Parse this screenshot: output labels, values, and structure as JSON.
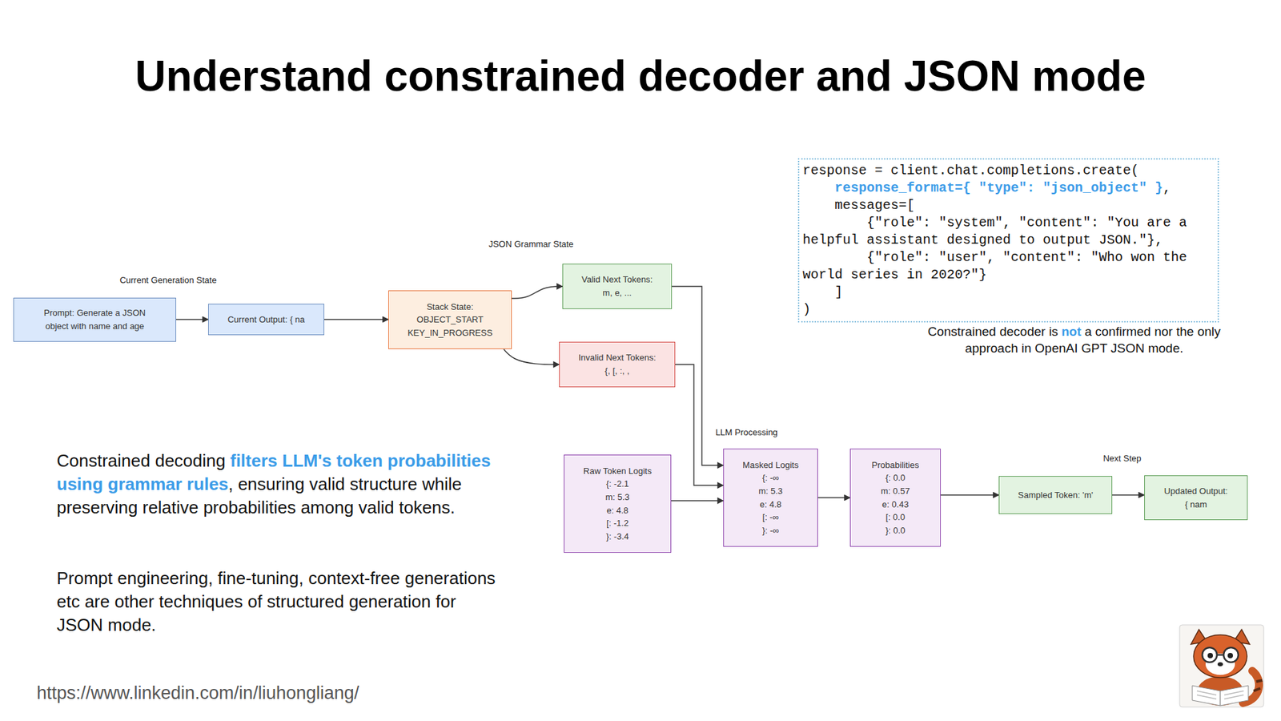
{
  "diagram": {
    "title": "Understand constrained decoder and JSON mode",
    "nodes": [
      {
        "text": [
          "response = client.chat.completions.create(",
          "response_format={ \"type\": \"json_object\" }",
          ",",
          "messages=[",
          "{\"role\": \"system\", \"content\": \"You are a helpful assistant designed to output JSON.\"},",
          "{\"role\": \"user\", \"content\": \"Who won the world series in 2020?\"}",
          "]",
          ")"
        ]
      },
      {
        "text": [
          "Prompt: Generate a JSON object with name and age"
        ]
      },
      {
        "text": [
          "Current Output: { na"
        ]
      },
      {
        "text": [
          "Stack State:",
          "OBJECT_START KEY_IN_PROGRESS"
        ]
      },
      {
        "text": [
          "Valid Next Tokens:",
          "m, e, ..."
        ]
      },
      {
        "text": [
          "Invalid Next Tokens:",
          "{, [, :, ,"
        ]
      },
      {
        "text": [
          "Raw Token Logits",
          "{: -2.1",
          "m: 5.3",
          "e: 4.8",
          "[: -1.2",
          "}: -3.4"
        ]
      },
      {
        "text": [
          "Masked Logits",
          "{: -∞",
          "m: 5.3",
          "e: 4.8",
          "[: -∞",
          "}: -∞"
        ]
      },
      {
        "text": [
          "Probabilities",
          "{: 0.0",
          "m: 0.57",
          "e: 0.43",
          "[: 0.0",
          "}: 0.0"
        ]
      },
      {
        "text": [
          "Sampled Token: 'm'"
        ]
      },
      {
        "text": [
          "Updated Output:",
          "{ nam"
        ]
      }
    ],
    "edges": [
      {
        "from": 1,
        "to": 2,
        "arrow": "to"
      },
      {
        "from": 2,
        "to": 3,
        "arrow": "to"
      },
      {
        "from": 3,
        "to": 4,
        "arrow": "to"
      },
      {
        "from": 3,
        "to": 5,
        "arrow": "to"
      },
      {
        "from": 4,
        "to": 7,
        "arrow": "to"
      },
      {
        "from": 5,
        "to": 7,
        "arrow": "to"
      },
      {
        "from": 6,
        "to": 7,
        "arrow": "to"
      },
      {
        "from": 7,
        "to": 8,
        "arrow": "to"
      },
      {
        "from": 8,
        "to": 9,
        "arrow": "to"
      },
      {
        "from": 9,
        "to": 10,
        "arrow": "to"
      }
    ],
    "labels": [
      "Current Generation State",
      "JSON Grammar State",
      "LLM Processing",
      "Next Step",
      "Constrained decoder is",
      "not",
      "a confirmed nor the only approach in OpenAI GPT JSON mode.",
      "Constrained decoding",
      "filters LLM's token probabilities using grammar rules",
      ", ensuring valid structure while preserving relative probabilities among valid tokens.",
      "Prompt engineering, fine-tuning, context-free generations etc are other techniques of structured generation for JSON mode.",
      "https://www.linkedin.com/in/liuhongliang/"
    ]
  }
}
